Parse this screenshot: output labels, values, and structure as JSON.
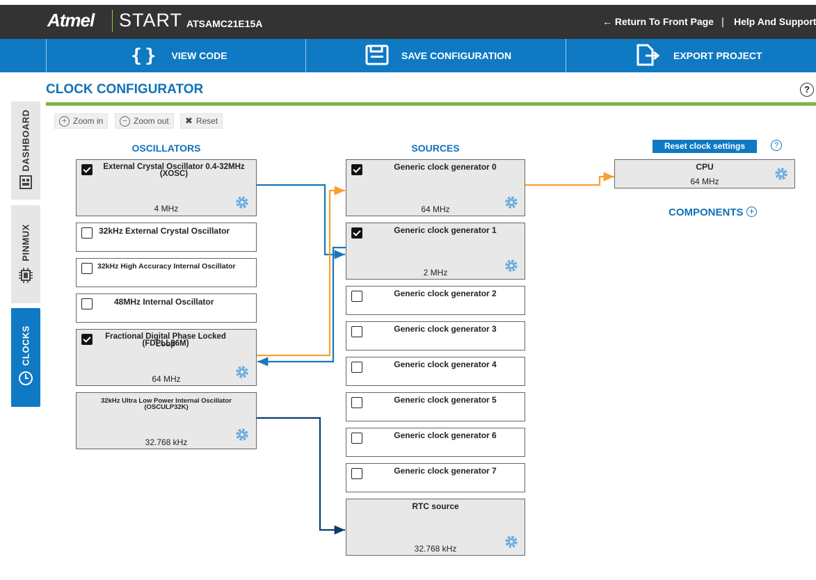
{
  "header": {
    "brand": "Atmel",
    "product": "START",
    "device": "ATSAMC21E15A",
    "return_link": "← Return To Front Page",
    "separator": "|",
    "help_link": "Help And Support"
  },
  "actions": {
    "view_code": "VIEW CODE",
    "save_configuration": "SAVE CONFIGURATION",
    "export_project": "EXPORT PROJECT"
  },
  "page": {
    "title": "CLOCK CONFIGURATOR",
    "help_glyph": "?"
  },
  "left_tabs": [
    {
      "label": "DASHBOARD",
      "active": false
    },
    {
      "label": "PINMUX",
      "active": false
    },
    {
      "label": "CLOCKS",
      "active": true
    }
  ],
  "toolbar": {
    "zoom_in": "Zoom in",
    "zoom_out": "Zoom out",
    "reset": "Reset"
  },
  "oscillators": {
    "heading": "OSCILLATORS",
    "items": [
      {
        "name": "External Crystal Oscillator 0.4-32MHz",
        "sub": "(XOSC)",
        "checked": true,
        "value": "4 MHz"
      },
      {
        "name": "32kHz External Crystal Oscillator",
        "checked": false
      },
      {
        "name": "32kHz High Accuracy Internal Oscillator",
        "checked": false
      },
      {
        "name": "48MHz Internal Oscillator",
        "checked": false
      },
      {
        "name": "Fractional Digital Phase Locked Loop",
        "sub": "(FDPLL96M)",
        "checked": true,
        "value": "64 MHz"
      },
      {
        "name": "32kHz Ultra Low Power Internal Oscillator",
        "sub": "(OSCULP32K)",
        "value": "32.768 kHz"
      }
    ]
  },
  "sources": {
    "heading": "SOURCES",
    "generators": [
      {
        "name": "Generic clock generator 0",
        "checked": true,
        "value": "64 MHz"
      },
      {
        "name": "Generic clock generator 1",
        "checked": true,
        "value": "2 MHz"
      },
      {
        "name": "Generic clock generator 2",
        "checked": false
      },
      {
        "name": "Generic clock generator 3",
        "checked": false
      },
      {
        "name": "Generic clock generator 4",
        "checked": false
      },
      {
        "name": "Generic clock generator 5",
        "checked": false
      },
      {
        "name": "Generic clock generator 6",
        "checked": false
      },
      {
        "name": "Generic clock generator 7",
        "checked": false
      }
    ],
    "rtc": {
      "name": "RTC source",
      "value": "32.768 kHz"
    }
  },
  "cpu": {
    "name": "CPU",
    "value": "64 MHz"
  },
  "reset_clock_settings": "Reset clock settings",
  "components": {
    "label": "COMPONENTS",
    "plus": "+"
  },
  "colors": {
    "header_bg": "#333333",
    "action_bar": "#0f79c4",
    "accent_green": "#7ab648",
    "title_blue": "#1071b8",
    "link_blue": "#1a75bc",
    "link_orange": "#f5a030",
    "link_navy": "#0d3c6e",
    "gear": "#6aaee0"
  },
  "icons": {
    "view_code": "curly-braces-icon",
    "save": "floppy-disk-icon",
    "export": "export-file-icon",
    "dashboard": "dashboard-icon",
    "pinmux": "chip-icon",
    "clocks": "clock-icon",
    "settings": "gear-icon"
  }
}
